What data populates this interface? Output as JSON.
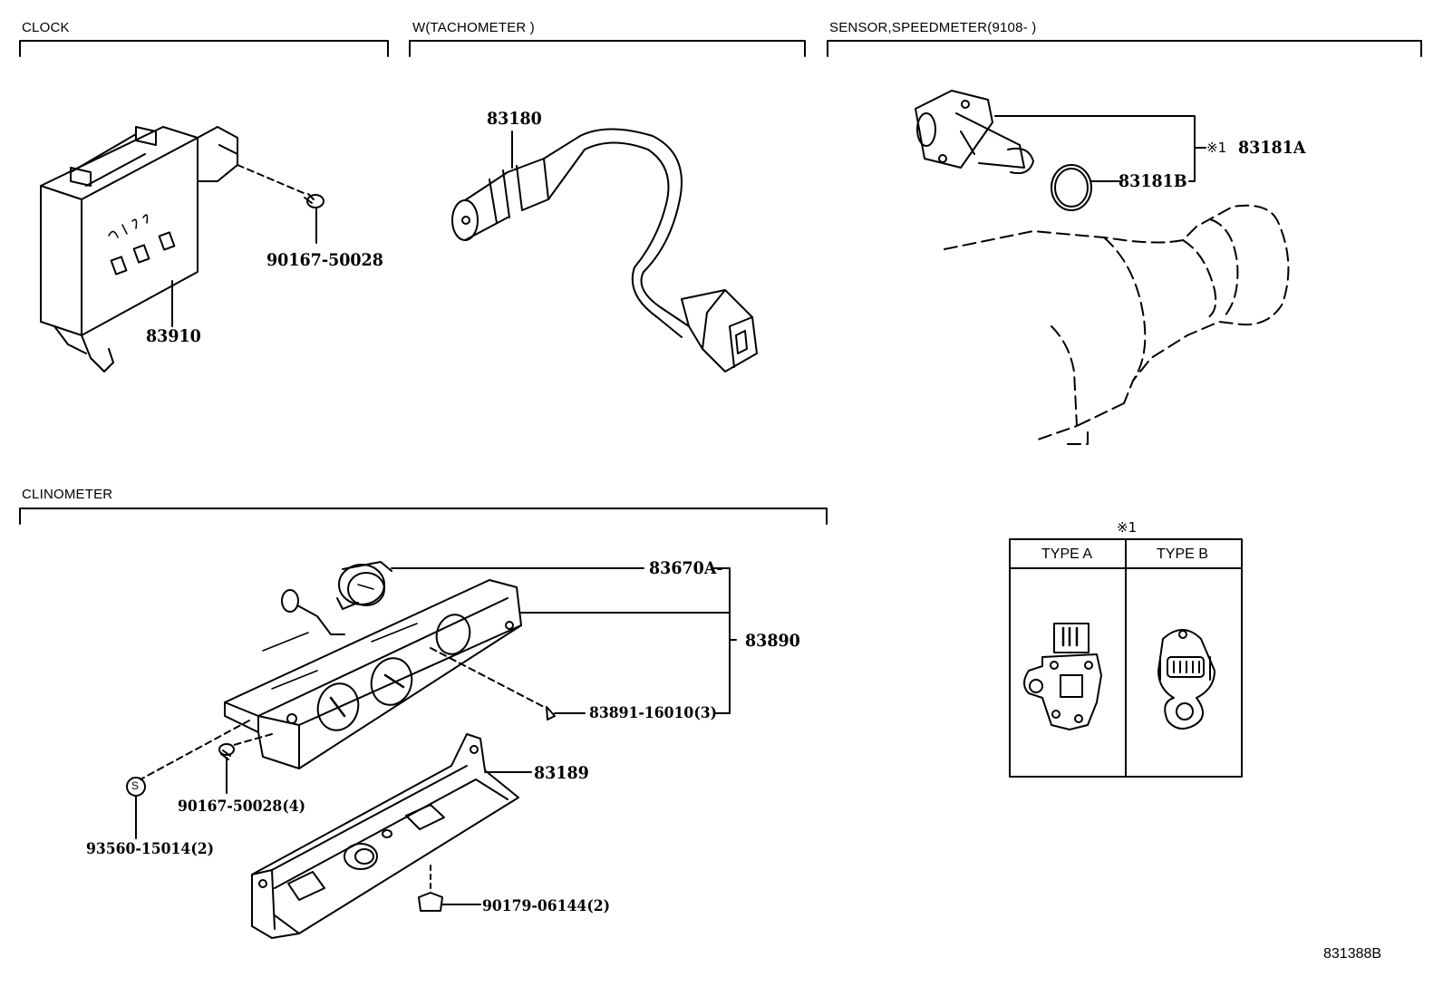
{
  "sections": {
    "clock": "CLOCK",
    "tachometer": "W(TACHOMETER )",
    "sensor": "SENSOR,SPEEDMETER(9108-      )",
    "clinometer": "CLINOMETER"
  },
  "parts": {
    "p83910": "83910",
    "p90167_50028": "90167-50028",
    "p83180": "83180",
    "p83181A": "83181A",
    "p83181B": "83181B",
    "p83181A_mark": "※1",
    "p83670A": "83670A-",
    "p83890": "83890",
    "p83891": "83891-16010(3)",
    "p90167_50028_4": "90167-50028(4)",
    "p93560": "93560-15014(2)",
    "p83189": "83189",
    "p90179": "90179-06144(2)"
  },
  "legend": {
    "mark": "※1",
    "type_a": "TYPE A",
    "type_b": "TYPE B"
  },
  "symbols": {
    "s_mark": "S"
  },
  "diagram_code": "831388B"
}
